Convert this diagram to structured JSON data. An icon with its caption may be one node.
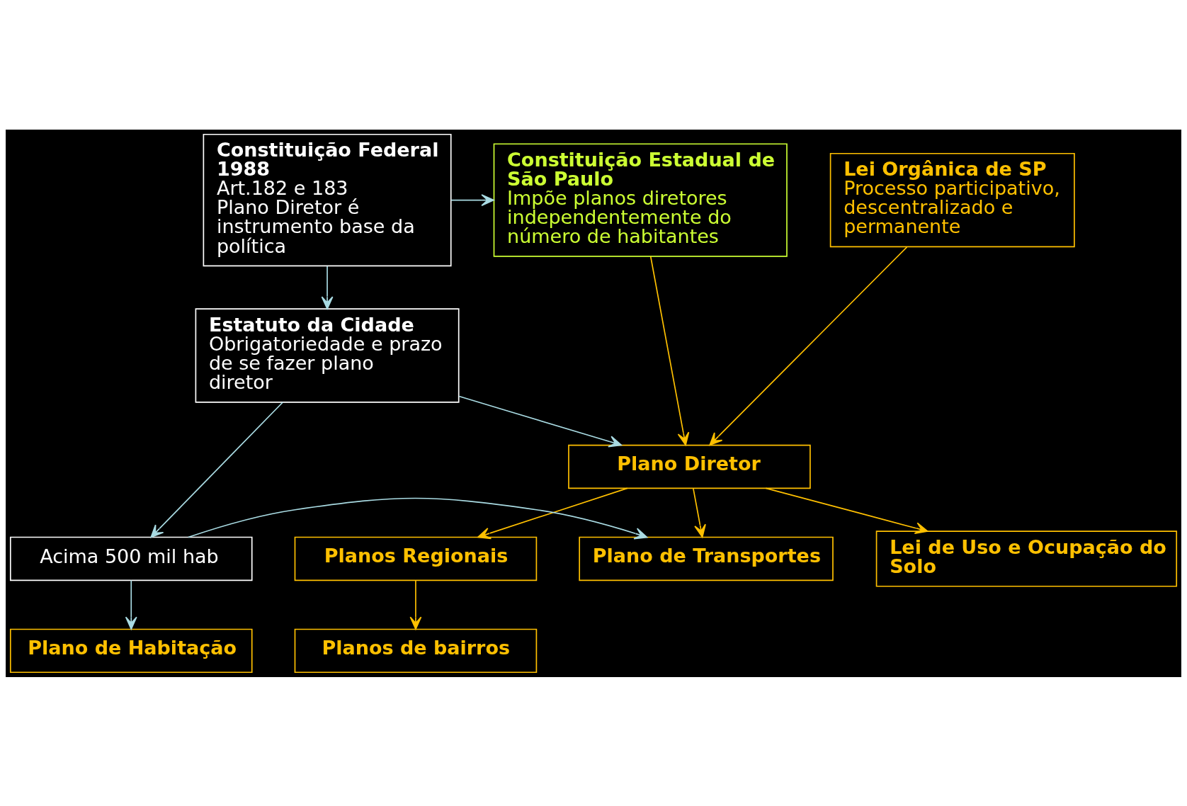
{
  "diagram": {
    "nodes": [
      {
        "text": [
          "Constituição Federal 1988",
          "Art.182 e 183",
          "Plano Diretor é instrumento base da política"
        ]
      },
      {
        "text": [
          "Constituição Estadual de São Paulo",
          "Impõe planos diretores independentemente do número de habitantes"
        ]
      },
      {
        "text": [
          "Lei Orgânica de SP",
          "Processo participativo, descentralizado e permanente"
        ]
      },
      {
        "text": [
          "Estatuto da Cidade",
          "Obrigatoriedade e prazo de se fazer plano diretor"
        ]
      },
      {
        "text": [
          "Plano Diretor"
        ]
      },
      {
        "text": [
          "Acima 500 mil hab"
        ]
      },
      {
        "text": [
          "Plano de Transportes"
        ]
      },
      {
        "text": [
          "Lei de Uso e Ocupação do Solo"
        ]
      },
      {
        "text": [
          "Planos Regionais"
        ]
      },
      {
        "text": [
          "Plano de Habitação"
        ]
      },
      {
        "text": [
          "Planos de bairros"
        ]
      }
    ],
    "edges": [
      {
        "from": 0,
        "to": 1,
        "arrow": "to",
        "color": "#a9dbe3"
      },
      {
        "from": 0,
        "to": 3,
        "arrow": "to",
        "color": "#a9dbe3"
      },
      {
        "from": 3,
        "to": 4,
        "arrow": "to",
        "color": "#a9dbe3"
      },
      {
        "from": 3,
        "to": 5,
        "arrow": "to",
        "color": "#a9dbe3"
      },
      {
        "from": 1,
        "to": 4,
        "arrow": "to",
        "color": "#ffc000"
      },
      {
        "from": 2,
        "to": 4,
        "arrow": "to",
        "color": "#ffc000"
      },
      {
        "from": 4,
        "to": 6,
        "arrow": "to",
        "color": "#ffc000"
      },
      {
        "from": 4,
        "to": 7,
        "arrow": "to",
        "color": "#ffc000"
      },
      {
        "from": 4,
        "to": 8,
        "arrow": "to",
        "color": "#ffc000"
      },
      {
        "from": 5,
        "to": 6,
        "arrow": "to",
        "color": "#a9dbe3"
      },
      {
        "from": 5,
        "to": 9,
        "arrow": "to",
        "color": "#a9dbe3"
      },
      {
        "from": 8,
        "to": 10,
        "arrow": "to",
        "color": "#ffc000"
      }
    ]
  }
}
